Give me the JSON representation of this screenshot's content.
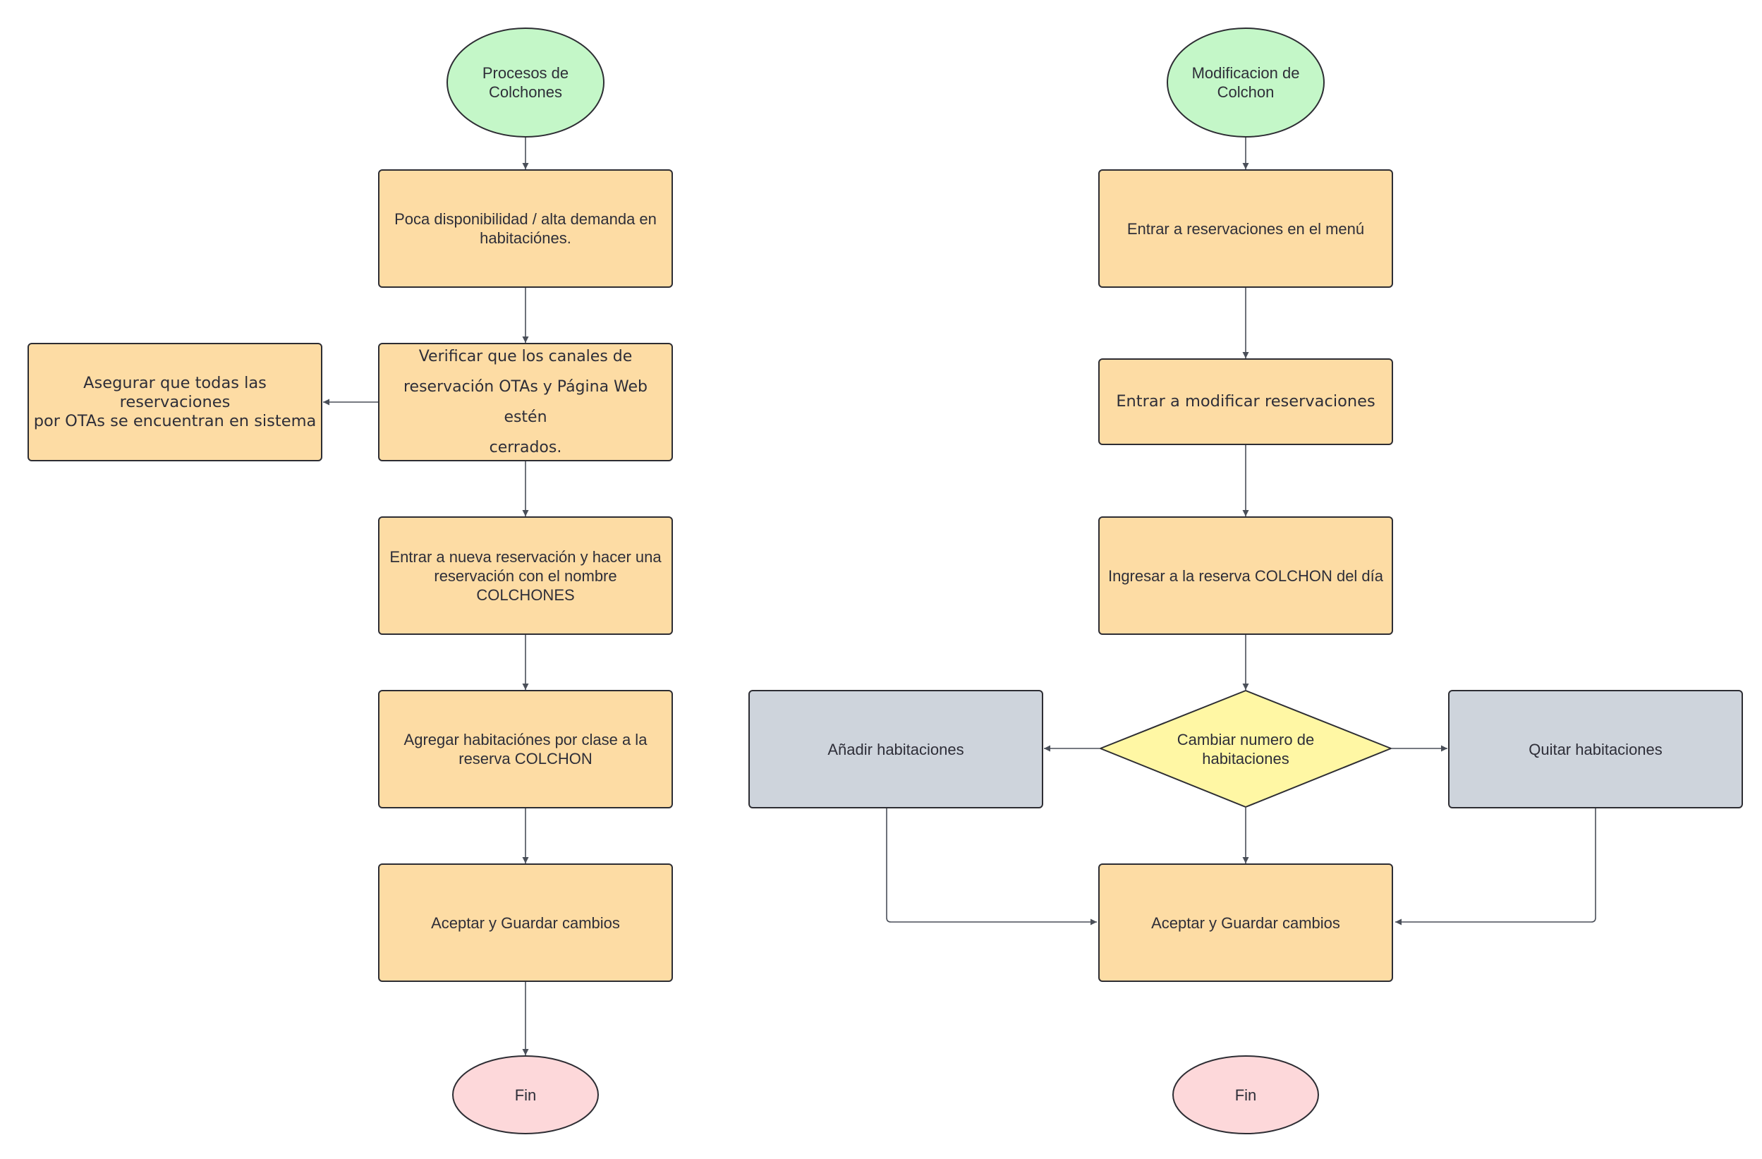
{
  "colors": {
    "process": "#fddca4",
    "start": "#c4f7c8",
    "end": "#fdd8da",
    "decision": "#fff7a4",
    "branch": "#ced4dc",
    "stroke": "#2d2d33",
    "arrow": "#4a4f59"
  },
  "left_flow": {
    "start": "Procesos de\nColchones",
    "step1": "Poca disponibilidad / alta demanda en\nhabitaciónes.",
    "step2": "Verificar que los canales de\nreservación OTAs y Página Web estén\ncerrados.",
    "side_step": "Asegurar que todas las reservaciones\npor OTAs se encuentran en sistema",
    "step3": "Entrar a nueva reservación y hacer una\nreservación con el nombre\nCOLCHONES",
    "step4": "Agregar habitaciónes por clase a la\nreserva COLCHON",
    "step5": "Aceptar y Guardar cambios",
    "end": "Fin"
  },
  "right_flow": {
    "start": "Modificacion de\nColchon",
    "step1": "Entrar a reservaciones en el menú",
    "step2": "Entrar a modificar reservaciones",
    "step3": "Ingresar a la reserva COLCHON del día",
    "decision": "Cambiar numero de\nhabitaciones",
    "option_add": "Añadir habitaciones",
    "option_remove": "Quitar habitaciones",
    "step4": "Aceptar y Guardar cambios",
    "end": "Fin"
  }
}
